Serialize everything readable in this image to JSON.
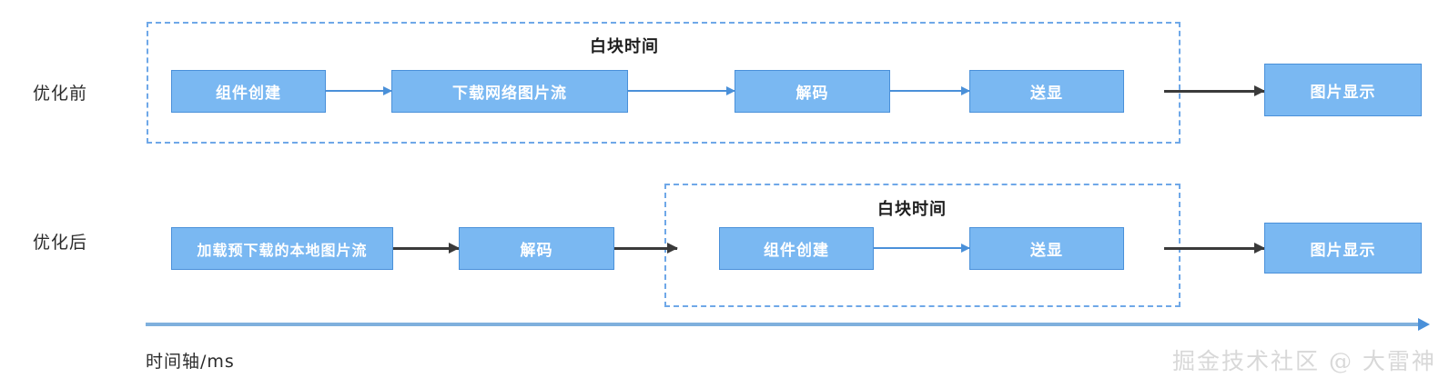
{
  "diagram": {
    "rows": [
      {
        "id": "before",
        "label": "优化前"
      },
      {
        "id": "after",
        "label": "优化后"
      }
    ],
    "regions": [
      {
        "id": "region-before",
        "caption": "白块时间"
      },
      {
        "id": "region-after",
        "caption": "白块时间"
      }
    ],
    "before_boxes": [
      {
        "id": "b1",
        "label": "组件创建"
      },
      {
        "id": "b2",
        "label": "下载网络图片流"
      },
      {
        "id": "b3",
        "label": "解码"
      },
      {
        "id": "b4",
        "label": "送显"
      },
      {
        "id": "b5",
        "label": "图片显示"
      }
    ],
    "after_boxes": [
      {
        "id": "a1",
        "label": "加载预下载的本地图片流"
      },
      {
        "id": "a2",
        "label": "解码"
      },
      {
        "id": "a3",
        "label": "组件创建"
      },
      {
        "id": "a4",
        "label": "送显"
      },
      {
        "id": "a5",
        "label": "图片显示"
      }
    ],
    "axis": {
      "label": "时间轴/ms"
    },
    "watermark": "掘金技术社区 @ 大雷神",
    "colors": {
      "box_fill": "#7ab8f2",
      "box_border": "#4a90d9",
      "dashed_border": "#6fa8e8",
      "arrow_blue": "#4a90d9",
      "arrow_dark": "#3a3a3a",
      "axis": "#7fb0dd",
      "text_dark": "#2b2b2b",
      "box_text": "#ffffff",
      "watermark": "#d8d8d8",
      "background": "#ffffff"
    }
  }
}
